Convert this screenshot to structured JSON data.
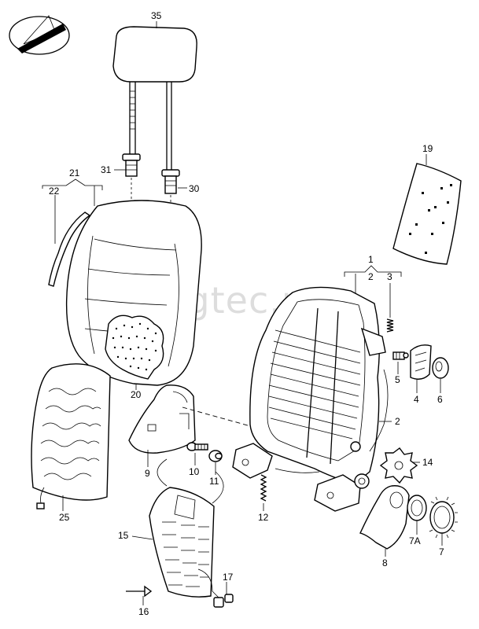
{
  "watermark": "vagtec.ru",
  "logo_icon": "pencil-logo-icon",
  "labels": {
    "p1": "1",
    "p2": "2",
    "p2b": "2",
    "p3": "3",
    "p4": "4",
    "p5": "5",
    "p6": "6",
    "p7": "7",
    "p7a": "7A",
    "p8": "8",
    "p9": "9",
    "p10": "10",
    "p11": "11",
    "p12": "12",
    "p14": "14",
    "p15": "15",
    "p16": "16",
    "p17": "17",
    "p19": "19",
    "p20": "20",
    "p21": "21",
    "p22": "22",
    "p25": "25",
    "p30": "30",
    "p31": "31",
    "p35": "35"
  }
}
